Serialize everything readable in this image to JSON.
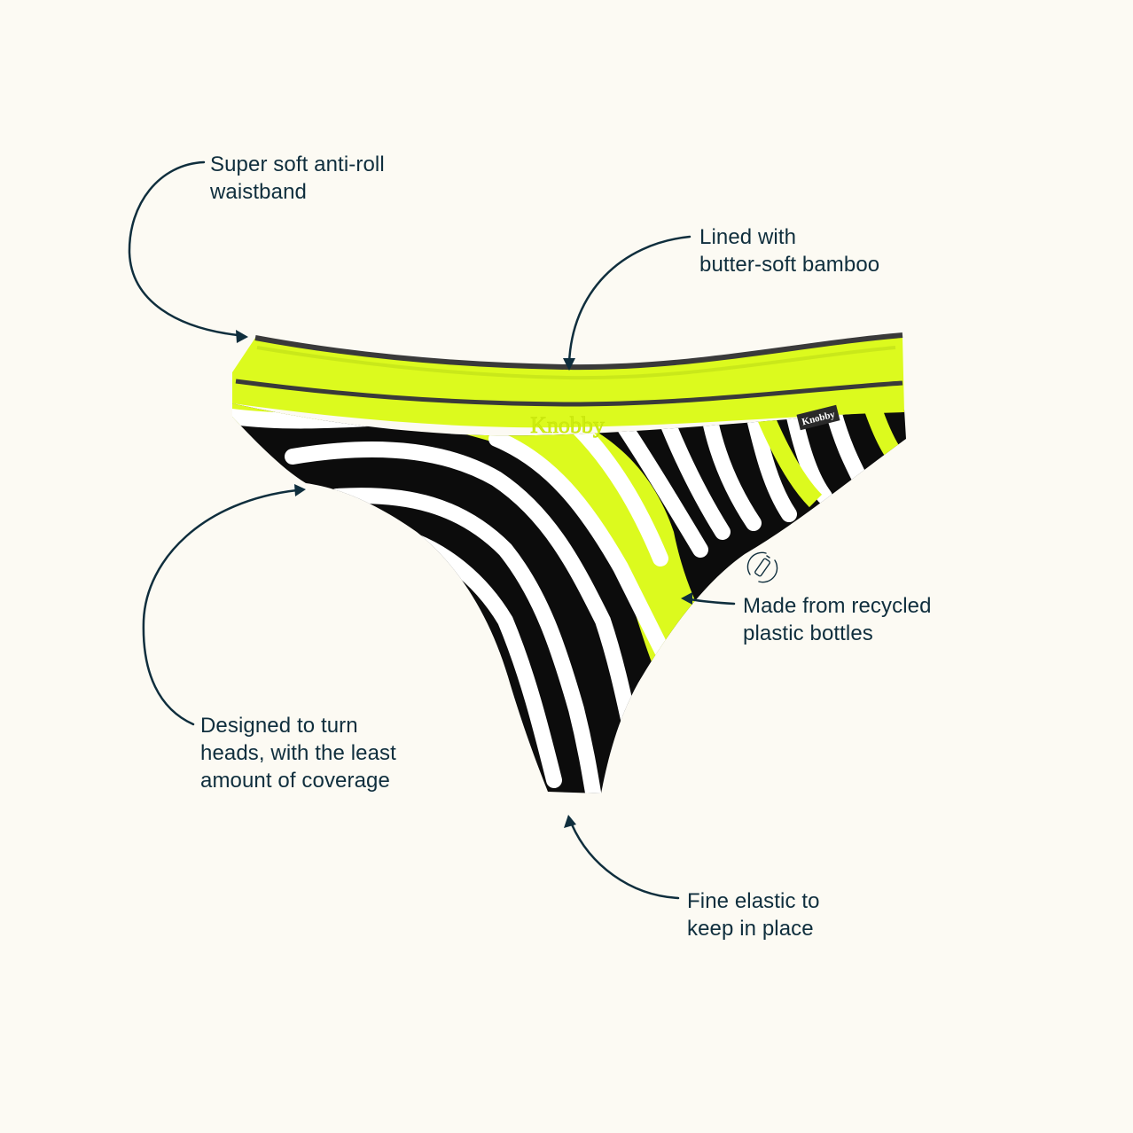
{
  "product": {
    "name": "Zebra neon thong",
    "brand_mark": "Knobby",
    "label_tag": "Knobby",
    "colors": {
      "background": "#fcfaf3",
      "neon": "#dcfa1e",
      "black": "#0c0c0c",
      "white": "#ffffff",
      "band_edge": "#3a3a3a",
      "text": "#0f2e3d"
    }
  },
  "callouts": [
    {
      "id": "waistband",
      "lines": [
        "Super soft anti-roll",
        "waistband"
      ],
      "arrow": "left-curve-down-right"
    },
    {
      "id": "lined",
      "lines": [
        "Lined with",
        "butter-soft bamboo"
      ],
      "arrow": "curve-down"
    },
    {
      "id": "recycled",
      "lines": [
        "Made from recycled",
        "plastic bottles"
      ],
      "arrow": "left",
      "icon": "recycled-bottle-icon"
    },
    {
      "id": "designed",
      "lines": [
        "Designed to turn",
        "heads, with the least",
        "amount of coverage"
      ],
      "arrow": "curve-up-right"
    },
    {
      "id": "elastic",
      "lines": [
        "Fine elastic to",
        "keep in place"
      ],
      "arrow": "curve-up"
    }
  ]
}
